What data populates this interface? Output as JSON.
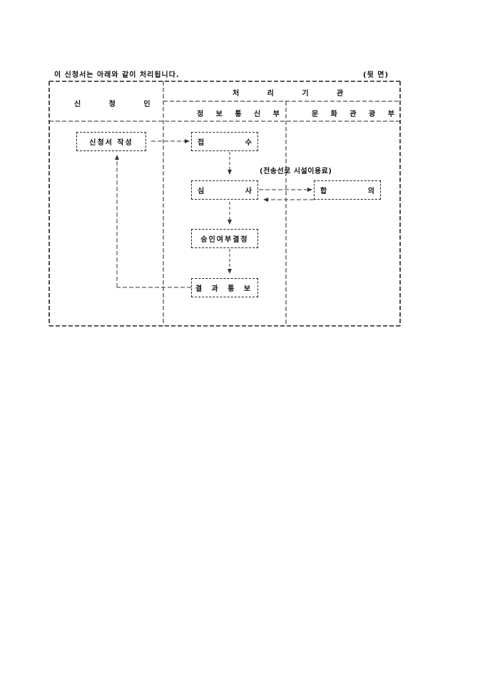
{
  "header": {
    "note": "이 신청서는 아래와 같이 처리됩니다.",
    "page_side": "(뒷 면)"
  },
  "table": {
    "col_applicant": "신 청 인",
    "col_processing": "처 리 기 관",
    "sub_ministry_info": "정 보 통 신 부",
    "sub_ministry_culture": "문 화 관 광 부"
  },
  "flow": {
    "write_application": "신청서 작성",
    "receive_left": "접",
    "receive_right": "수",
    "review_left": "심",
    "review_right": "사",
    "consult_left": "합",
    "consult_right": "의",
    "consult_note": "(전송선로 시설이용료)",
    "approval_decision": "승인여부결정",
    "notify_result": "결 과 통 보"
  }
}
